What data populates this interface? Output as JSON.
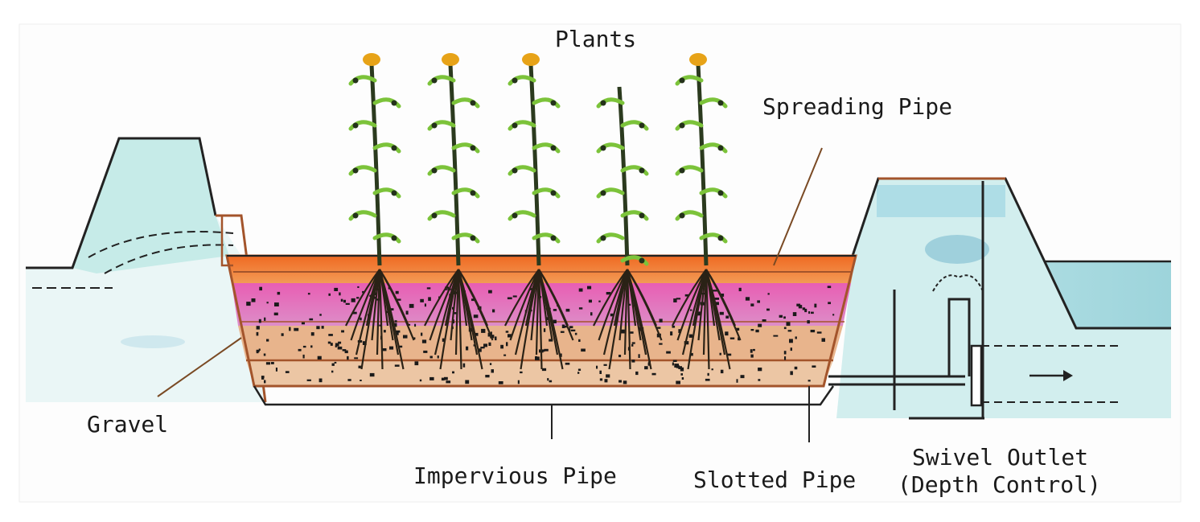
{
  "labels": {
    "plants": "Plants",
    "spreading_pipe": "Spreading Pipe",
    "gravel": "Gravel",
    "impervious_pipe": "Impervious Pipe",
    "slotted_pipe": "Slotted Pipe",
    "swivel_outlet_line1": "Swivel Outlet",
    "swivel_outlet_line2": "(Depth Control)"
  },
  "colors": {
    "embankment": "#c9ecea",
    "water": "#a9dbe0",
    "layer_top": "#f07a2e",
    "layer_pink": "#e070c0",
    "layer_tan": "#e6b08a",
    "layer_bottom": "#e8c1a0",
    "pipe_brown": "#a3542b",
    "plant_stem": "#2b3a1e",
    "plant_leaf": "#7cc33a",
    "flower": "#e7a318",
    "roots": "#2a2216"
  }
}
